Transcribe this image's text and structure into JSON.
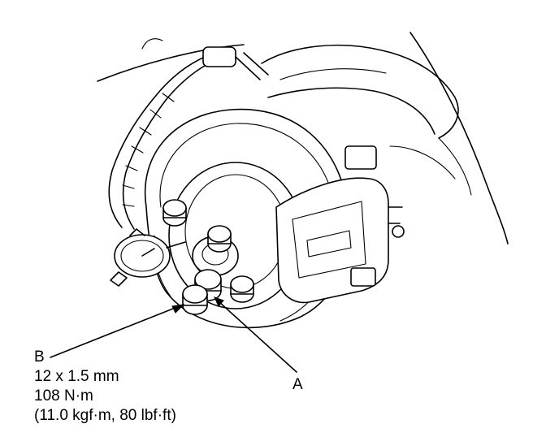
{
  "callouts": {
    "a": {
      "letter": "A"
    },
    "b": {
      "letter": "B",
      "size": "12 x 1.5 mm",
      "torque_nm": "108 N·m",
      "torque_alt": "(11.0 kgf·m, 80 lbf·ft)"
    }
  }
}
